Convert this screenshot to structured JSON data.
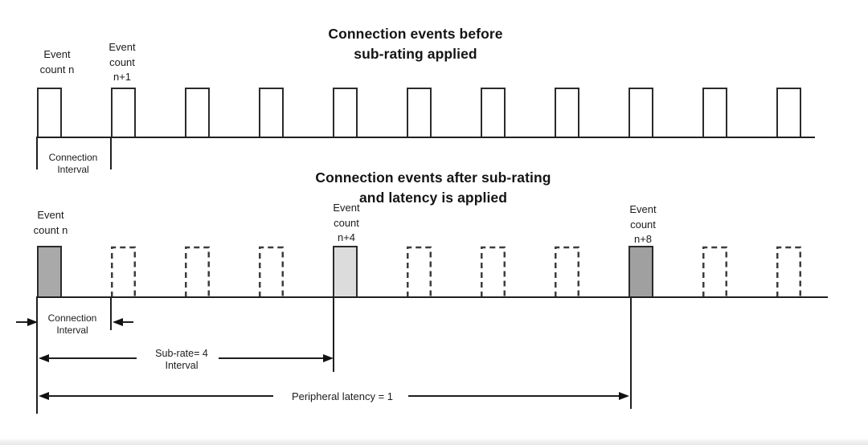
{
  "diagram": "BLE connection event sub-rating timing diagram",
  "colors": {
    "background": "#ffffff",
    "line": "#1f1f1f",
    "pulse_outline": "#2b2b2b",
    "dashed_outline": "#3d3d3d",
    "pulse_fill_event_n": "#a9a9a9",
    "pulse_fill_event_n4": "#dcdcdc",
    "pulse_fill_event_n8": "#a0a0a0"
  },
  "top_section": {
    "title_line1": "Connection events before",
    "title_line2": "sub-rating applied",
    "event_label_n": {
      "lines": [
        "Event",
        "count n"
      ]
    },
    "event_label_n1": {
      "lines": [
        "Event",
        "count",
        "n+1"
      ]
    },
    "interval_label": {
      "lines": [
        "Connection",
        "Interval"
      ]
    },
    "pulses": [
      "outline",
      "outline",
      "outline",
      "outline",
      "outline",
      "outline",
      "outline",
      "outline",
      "outline",
      "outline",
      "outline"
    ]
  },
  "bottom_section": {
    "title_line1": "Connection events after sub-rating",
    "title_line2": "and latency is applied",
    "event_label_n": {
      "lines": [
        "Event",
        "count n"
      ]
    },
    "event_label_n4": {
      "lines": [
        "Event",
        "count",
        "n+4"
      ]
    },
    "event_label_n8": {
      "lines": [
        "Event",
        "count",
        "n+8"
      ]
    },
    "interval_label": {
      "lines": [
        "Connection",
        "Interval"
      ]
    },
    "subrate_label": {
      "lines": [
        "Sub-rate= 4",
        "Interval"
      ]
    },
    "latency_label": "Peripheral latency = 1",
    "pulses": [
      "filled_n",
      "dashed",
      "dashed",
      "dashed",
      "filled_n4",
      "dashed",
      "dashed",
      "dashed",
      "filled_n8",
      "dashed",
      "dashed"
    ]
  }
}
